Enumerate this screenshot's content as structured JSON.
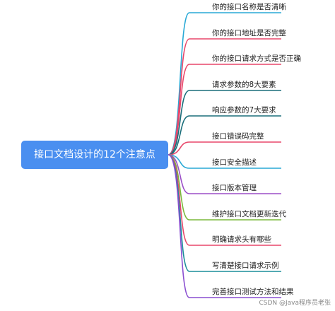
{
  "mindmap": {
    "root": {
      "label": "接口文档设计的12个注意点",
      "color": "#4a8ff0"
    },
    "branches": [
      {
        "label": "你的接口名称是否清晰",
        "color": "#29a9d6"
      },
      {
        "label": "你的接口地址是否完整",
        "color": "#e8466a"
      },
      {
        "label": "你的接口请求方式是否正确",
        "color": "#e8466a"
      },
      {
        "label": "请求参数的8大要素",
        "color": "#1a6e7a"
      },
      {
        "label": "响应参数的7大要求",
        "color": "#1a6e7a"
      },
      {
        "label": "接口错误码完整",
        "color": "#e8466a"
      },
      {
        "label": "接口安全描述",
        "color": "#29a9d6"
      },
      {
        "label": "接口版本管理",
        "color": "#9b4fc7"
      },
      {
        "label": "维护接口文档更新迭代",
        "color": "#7ab83a"
      },
      {
        "label": "明确请求头有哪些",
        "color": "#e8466a"
      },
      {
        "label": "写清楚接口请求示例",
        "color": "#1a8e9a"
      },
      {
        "label": "完善接口测试方法和结果",
        "color": "#8a4fd0"
      }
    ]
  },
  "watermark": "CSDN @Java程序员老张"
}
